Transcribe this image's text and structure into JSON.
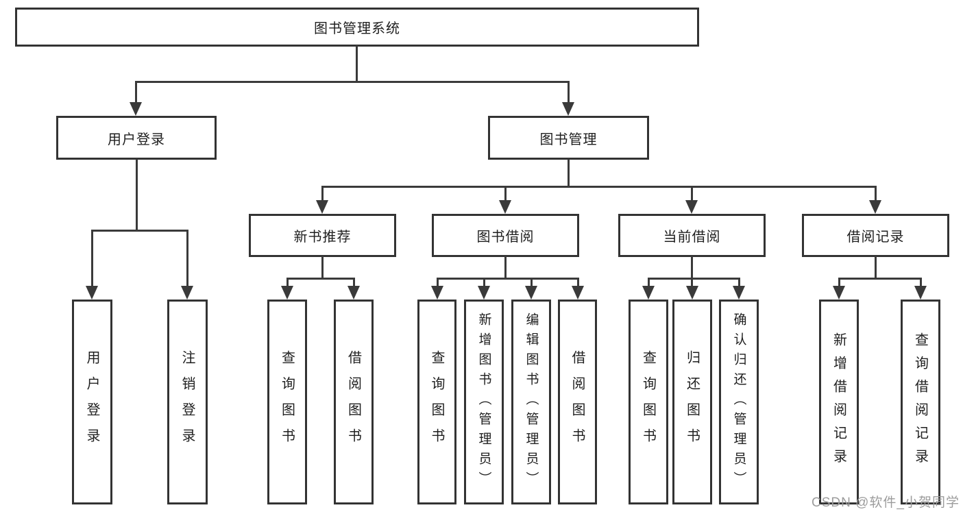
{
  "title": "图书管理系统",
  "watermark": "CSDN @软件_小贺同学",
  "colors": {
    "line": "#3a3a3a",
    "box_border": "#333333",
    "text": "#1f1f1f",
    "background": "#ffffff",
    "watermark_text": "#9c9c9c"
  },
  "nodes": {
    "root": "图书管理系统",
    "user_login": "用户登录",
    "book_mgmt": "图书管理",
    "new_book": "新书推荐",
    "book_borrow": "图书借阅",
    "current_borrow": "当前借阅",
    "borrow_record": "借阅记录",
    "leaf_user_login": "用户登录",
    "leaf_logout": "注销登录",
    "leaf_query_book_1": "查询图书",
    "leaf_borrow_book_1": "借阅图书",
    "leaf_query_book_2": "查询图书",
    "leaf_add_book": "新增图书（管理员）",
    "leaf_edit_book": "编辑图书（管理员）",
    "leaf_borrow_book_2": "借阅图书",
    "leaf_query_book_3": "查询图书",
    "leaf_return_book": "归还图书",
    "leaf_confirm_return": "确认归还（管理员）",
    "leaf_add_record": "新增借阅记录",
    "leaf_query_record": "查询借阅记录"
  }
}
